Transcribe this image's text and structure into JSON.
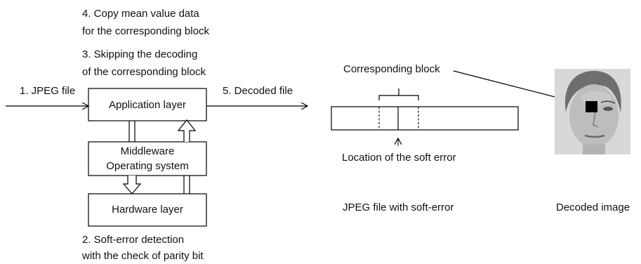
{
  "steps": {
    "step4_line1": "4. Copy mean value data",
    "step4_line2": "for the corresponding block",
    "step3_line1": "3. Skipping the decoding",
    "step3_line2": "of the corresponding block",
    "step1": "1. JPEG file",
    "step5": "5. Decoded file",
    "step2_line1": "2. Soft-error detection",
    "step2_line2": "with the check of parity bit"
  },
  "layers": {
    "application": "Application layer",
    "middleware_line1": "Middleware",
    "middleware_line2": "Operating system",
    "hardware": "Hardware layer"
  },
  "file_panel": {
    "corresponding_block": "Corresponding block",
    "soft_error_location": "Location of the soft error",
    "caption": "JPEG file with soft-error"
  },
  "image_panel": {
    "caption": "Decoded image"
  },
  "colors": {
    "stroke": "#000000",
    "face_background": "#d6d6d6",
    "error_block": "#000000"
  },
  "icons": {
    "face": "grayscale-face-photo",
    "error_block": "black-square-block"
  }
}
